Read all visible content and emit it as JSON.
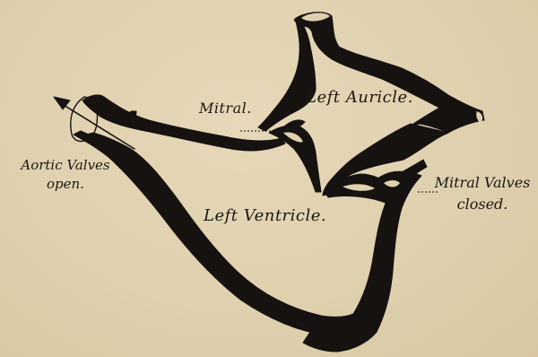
{
  "diagram": {
    "labels": {
      "mitral": "Mitral.",
      "left_auricle": "Left Auricle.",
      "aortic_valves_line1": "Aortic Valves",
      "aortic_valves_line2": "open.",
      "left_ventricle": "Left Ventricle.",
      "mitral_valves_line1": "Mitral Valves",
      "mitral_valves_line2": "closed."
    },
    "colors": {
      "paper": "#dfd0ae",
      "ink": "#151210"
    },
    "icons": {
      "flow_arrow": "arrow-up-left"
    }
  }
}
